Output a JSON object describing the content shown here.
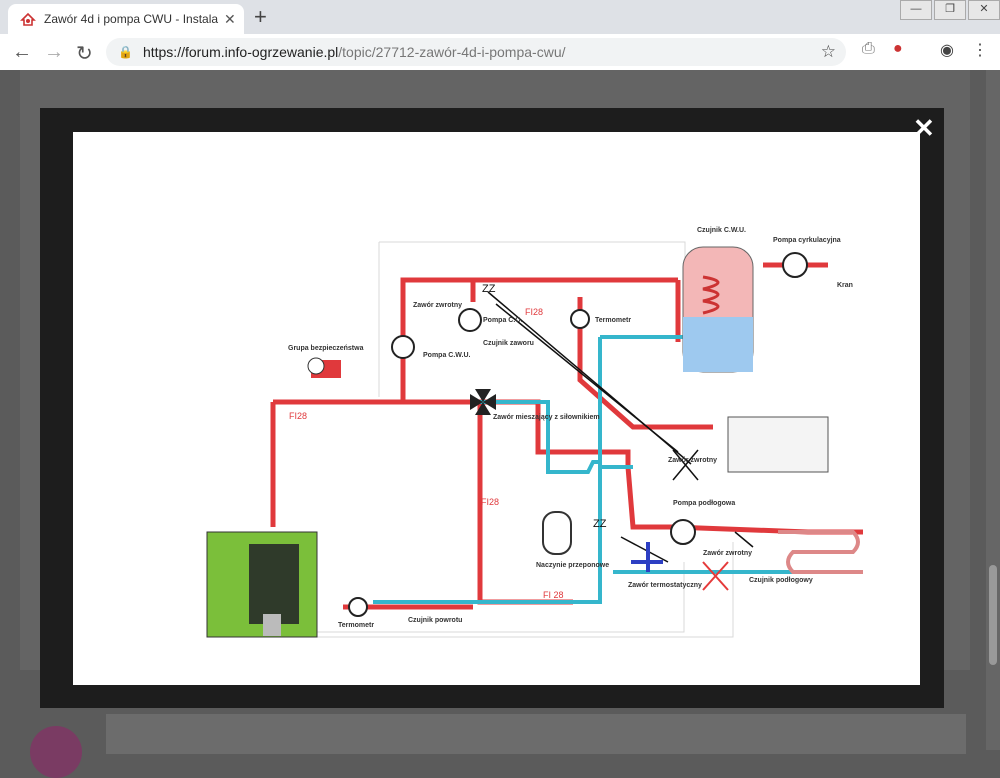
{
  "tab": {
    "title": "Zawór 4d i pompa CWU - Instala"
  },
  "address": {
    "url_host": "https://forum.info-ogrzewanie.pl",
    "url_path": "/topic/27712-zawór-4d-i-pompa-cwu/"
  },
  "diagram": {
    "czujnik_cwu": "Czujnik C.W.U.",
    "pompa_cyrk": "Pompa cyrkulacyjna",
    "kran": "Kran",
    "zz_top": "ZZ",
    "zawor_zwrotny_top": "Zawór zwrotny",
    "pompa_co": "Pompa C.O.",
    "fi28_top": "FI28",
    "termometr_top": "Termometr",
    "czujnik_zaworu": "Czujnik zaworu",
    "pompa_cwu": "Pompa C.W.U.",
    "grupa": "Grupa bezpieczeństwa",
    "fi28_left": "FI28",
    "zawor_mieszajacy": "Zawór mieszający z siłownikiem",
    "zawor_zwrotny_mid": "Zawór zwrotny",
    "fi28_mid": "FI28",
    "zz_mid": "ZZ",
    "pompa_podl": "Pompa podłogowa",
    "zawor_zwrotny_low": "Zawór zwrotny",
    "naczynie": "Naczynie przeponowe",
    "fi28_bot": "FI 28",
    "zawor_termo": "Zawór termostatyczny",
    "czujnik_podl": "Czujnik podłogowy",
    "termometr_bot": "Termometr",
    "czujnik_powrotu": "Czujnik powrotu"
  }
}
